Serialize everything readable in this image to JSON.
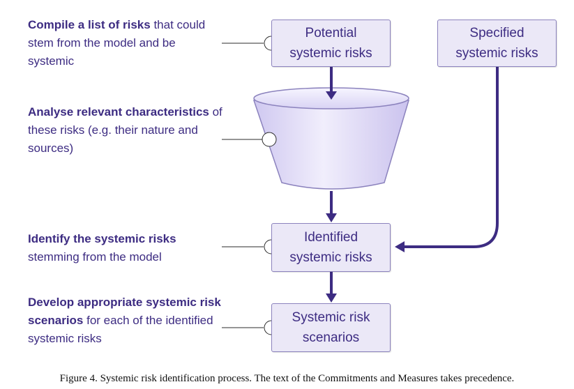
{
  "colors": {
    "text": "#3d2c82",
    "arrow": "#3d2c82",
    "box_fill": "#ebe8f7",
    "box_border": "#8b82bd",
    "funnel_fill": "#ddd8f5",
    "connector": "#2b2b2b"
  },
  "notes": [
    {
      "bold": "Compile a list of risks",
      "rest": " that could stem from the model and be systemic"
    },
    {
      "bold": "Analyse relevant characteristics",
      "rest": " of these risks (e.g. their nature and sources)"
    },
    {
      "bold": "Identify the systemic risks",
      "rest": " stemming from the model"
    },
    {
      "bold": "Develop appropriate systemic risk scenarios",
      "rest": " for each of the identified systemic risks"
    }
  ],
  "boxes": {
    "potential": {
      "line1": "Potential",
      "line2": "systemic risks"
    },
    "specified": {
      "line1": "Specified",
      "line2": "systemic risks"
    },
    "identified": {
      "line1": "Identified",
      "line2": "systemic risks"
    },
    "scenarios": {
      "line1": "Systemic risk",
      "line2": "scenarios"
    }
  },
  "caption": "Figure 4. Systemic risk identification process. The text of the Commitments and Measures takes precedence."
}
